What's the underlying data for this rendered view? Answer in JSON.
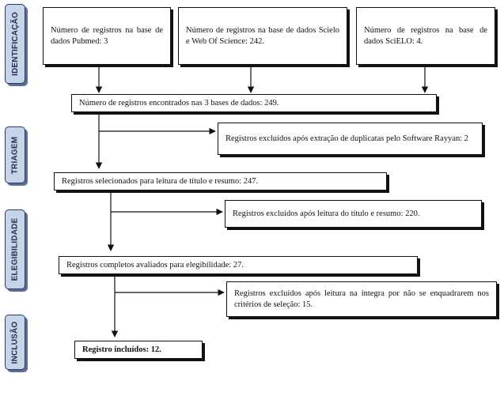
{
  "stages": {
    "identificacao": "IDENTIFICAÇÃO",
    "triagem": "TRIAGEM",
    "elegibilidade": "ELEGIBILIDADE",
    "inclusao": "INCLUSÃO"
  },
  "boxes": {
    "pubmed": "Número de registros na base de dados Pubmed: 3",
    "scielo_wos": "Número de registros na base de dados Scielo e Web Of Science: 242.",
    "scielo": "Número de registros na base de dados SciELO: 4.",
    "found": "Número de registros encontrados nas 3 bases de dados: 249.",
    "dup_excluded": "Registros excluídos após extração de duplicatas pelo Software Rayyan: 2",
    "selected": "Registros selecionados para leitura de título e resumo: 247.",
    "title_excluded": "Registros excluídos após leitura do título e resumo: 220.",
    "eligible": "Registros completos avaliados para elegibilidade: 27.",
    "fulltext_excluded": "Registros excluídos após leitura na íntegra por não se enquadrarem nos critérios de seleção: 15.",
    "included": "Registro incluídos: 12."
  }
}
